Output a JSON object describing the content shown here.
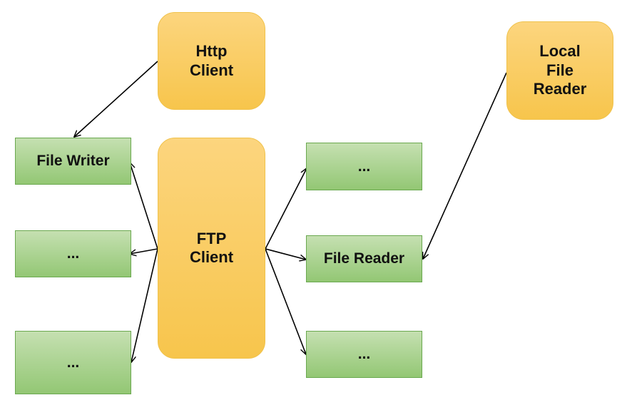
{
  "nodes": {
    "http_client": "Http\nClient",
    "local_file_reader": "Local\nFile\nReader",
    "ftp_client": "FTP\nClient",
    "file_writer": "File Writer",
    "left_middle": "...",
    "left_bottom": "...",
    "right_top": "...",
    "file_reader": "File Reader",
    "right_bottom": "..."
  },
  "edges": [
    {
      "from": "http_client",
      "to": "file_writer"
    },
    {
      "from": "ftp_client",
      "to": "file_writer"
    },
    {
      "from": "ftp_client",
      "to": "left_middle"
    },
    {
      "from": "ftp_client",
      "to": "left_bottom"
    },
    {
      "from": "ftp_client",
      "to": "right_top"
    },
    {
      "from": "ftp_client",
      "to": "file_reader"
    },
    {
      "from": "ftp_client",
      "to": "right_bottom"
    },
    {
      "from": "local_file_reader",
      "to": "file_reader"
    }
  ],
  "colors": {
    "source_fill": "#f9cb5f",
    "sink_fill": "#a9d18e",
    "sink_border": "#6aa84f",
    "edge": "#000000"
  }
}
